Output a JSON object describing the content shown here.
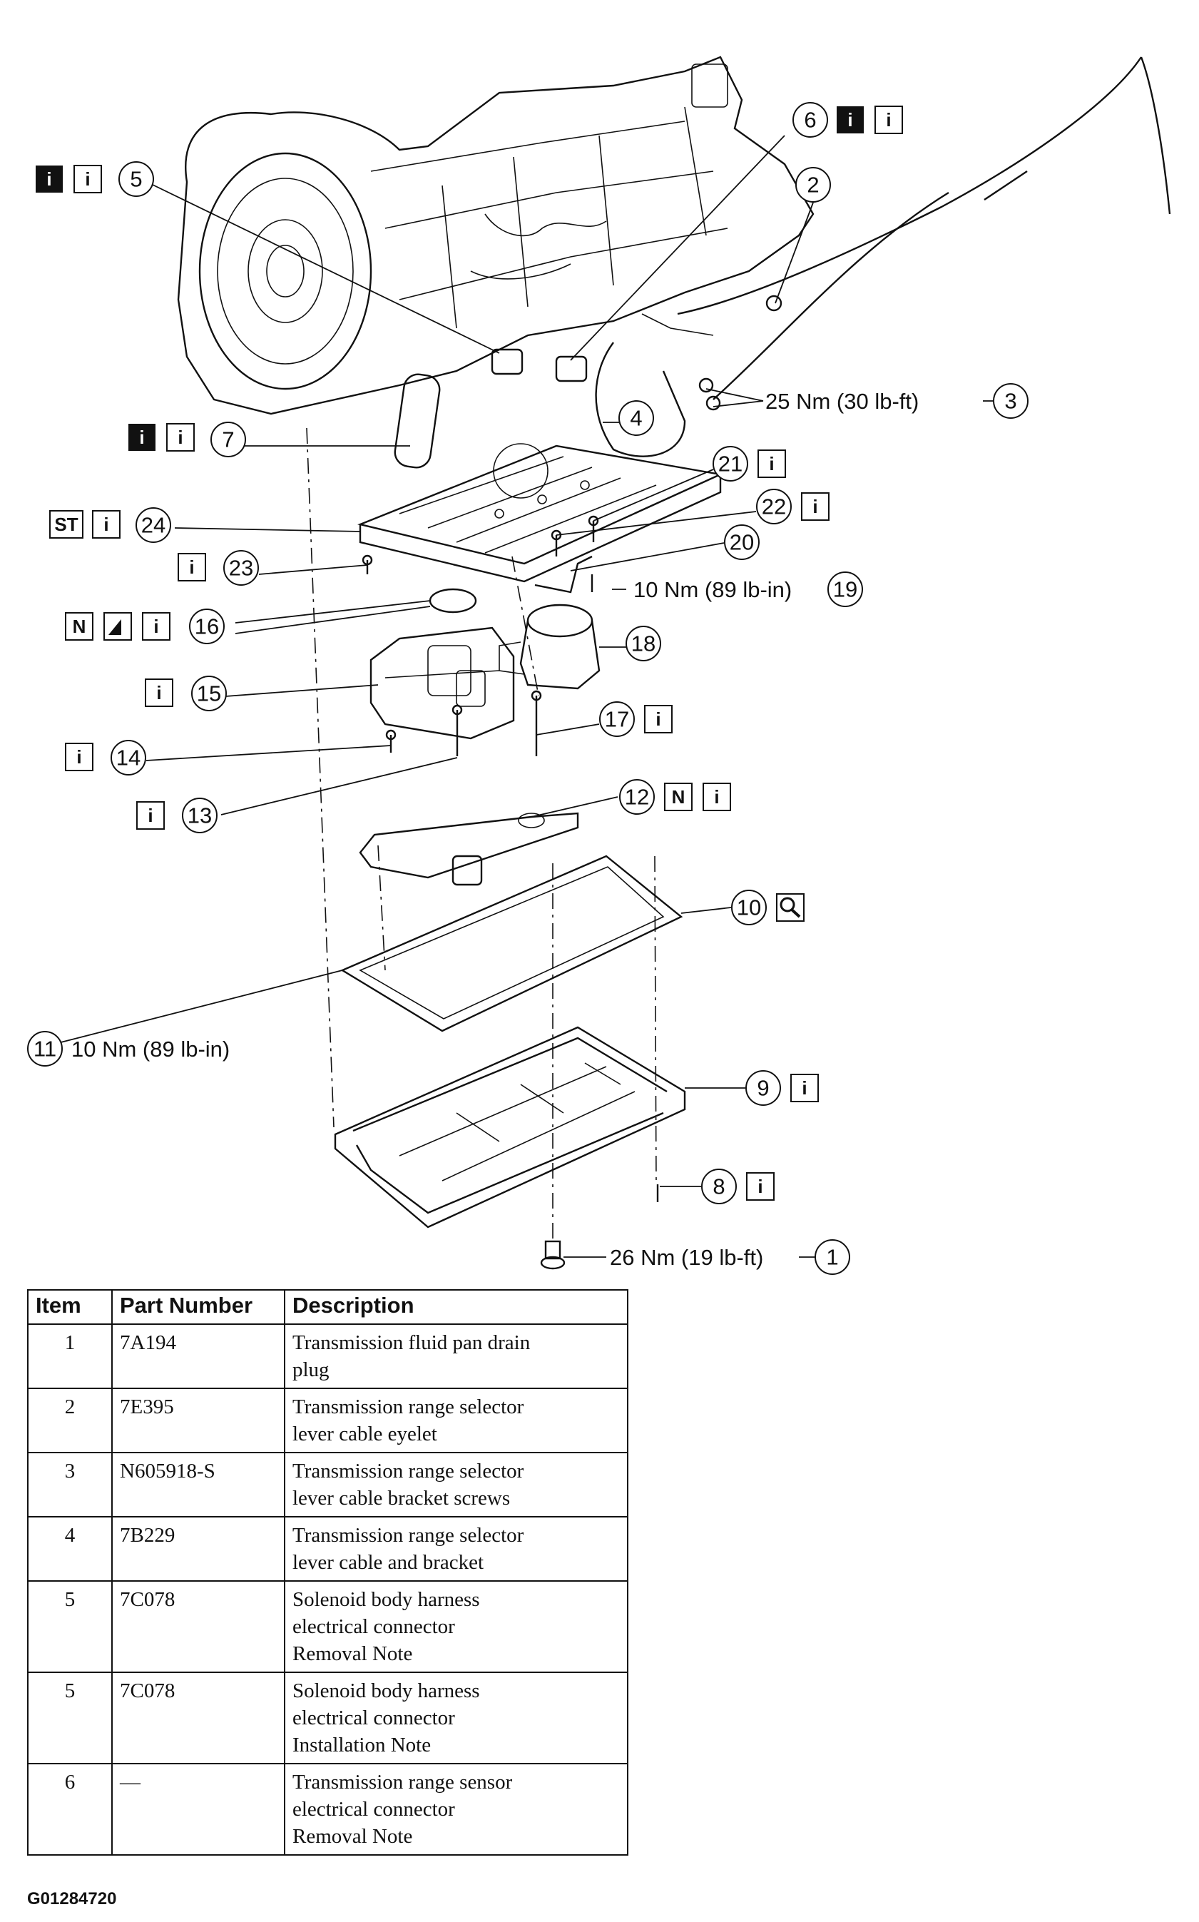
{
  "figure_code": "G01284720",
  "callouts": [
    {
      "num": "1",
      "spec": "26 Nm (19 lb-ft)"
    },
    {
      "num": "2"
    },
    {
      "num": "3",
      "spec": "25 Nm (30 lb-ft)"
    },
    {
      "num": "4"
    },
    {
      "num": "5"
    },
    {
      "num": "6"
    },
    {
      "num": "7"
    },
    {
      "num": "8"
    },
    {
      "num": "9"
    },
    {
      "num": "10"
    },
    {
      "num": "11",
      "spec": "10 Nm (89 lb-in)"
    },
    {
      "num": "12"
    },
    {
      "num": "13"
    },
    {
      "num": "14"
    },
    {
      "num": "15"
    },
    {
      "num": "16"
    },
    {
      "num": "17"
    },
    {
      "num": "18"
    },
    {
      "num": "19",
      "spec": "10 Nm (89 lb-in)"
    },
    {
      "num": "20"
    },
    {
      "num": "21"
    },
    {
      "num": "22"
    },
    {
      "num": "23"
    },
    {
      "num": "24"
    }
  ],
  "icons": {
    "info": "i",
    "special_tool": "ST",
    "new_part": "N"
  },
  "table": {
    "headers": [
      "Item",
      "Part Number",
      "Description"
    ],
    "rows": [
      {
        "item": "1",
        "part": "7A194",
        "desc": [
          "Transmission fluid pan drain",
          "plug"
        ]
      },
      {
        "item": "2",
        "part": "7E395",
        "desc": [
          "Transmission range selector",
          "lever cable eyelet"
        ]
      },
      {
        "item": "3",
        "part": "N605918-S",
        "desc": [
          "Transmission range selector",
          "lever cable bracket screws"
        ]
      },
      {
        "item": "4",
        "part": "7B229",
        "desc": [
          "Transmission range selector",
          "lever cable and bracket"
        ]
      },
      {
        "item": "5",
        "part": "7C078",
        "desc": [
          "Solenoid body harness",
          "electrical connector",
          "Removal Note"
        ]
      },
      {
        "item": "5",
        "part": "7C078",
        "desc": [
          "Solenoid body harness",
          "electrical connector",
          "Installation Note"
        ]
      },
      {
        "item": "6",
        "part": "—",
        "desc": [
          "Transmission range sensor",
          "electrical connector",
          "Removal Note"
        ]
      }
    ]
  }
}
